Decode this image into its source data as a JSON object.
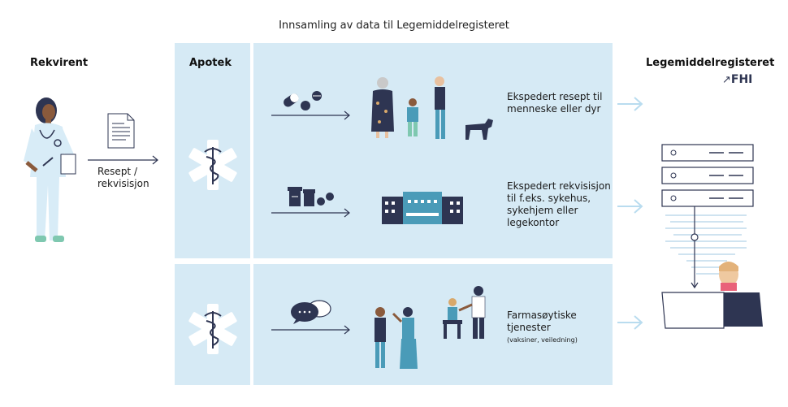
{
  "diagram": {
    "title": "Innsamling av data til Legemiddelregisteret",
    "columns": {
      "prescriber": "Rekvirent",
      "pharmacy": "Apotek",
      "registry": "Legemiddelregisteret"
    },
    "logo": "FHI",
    "prescription_label_line1": "Resept /",
    "prescription_label_line2": "rekvisisjon",
    "flows": [
      {
        "line1": "Ekspedert resept til",
        "line2": "menneske eller dyr"
      },
      {
        "line1": "Ekspedert rekvisisjon",
        "line2": "til f.eks. sykehus,",
        "line3": "sykehjem eller",
        "line4": "legekontor"
      },
      {
        "line1": "Farmasøytiske",
        "line2": "tjenester",
        "note": "(vaksiner, veiledning)"
      }
    ],
    "colors": {
      "panel": "#d6eaf5",
      "navy": "#2e3552",
      "arrow_light": "#b9dcef",
      "green": "#7fc8b0",
      "skin": "#8a5a3c",
      "pink": "#e9627a"
    }
  }
}
